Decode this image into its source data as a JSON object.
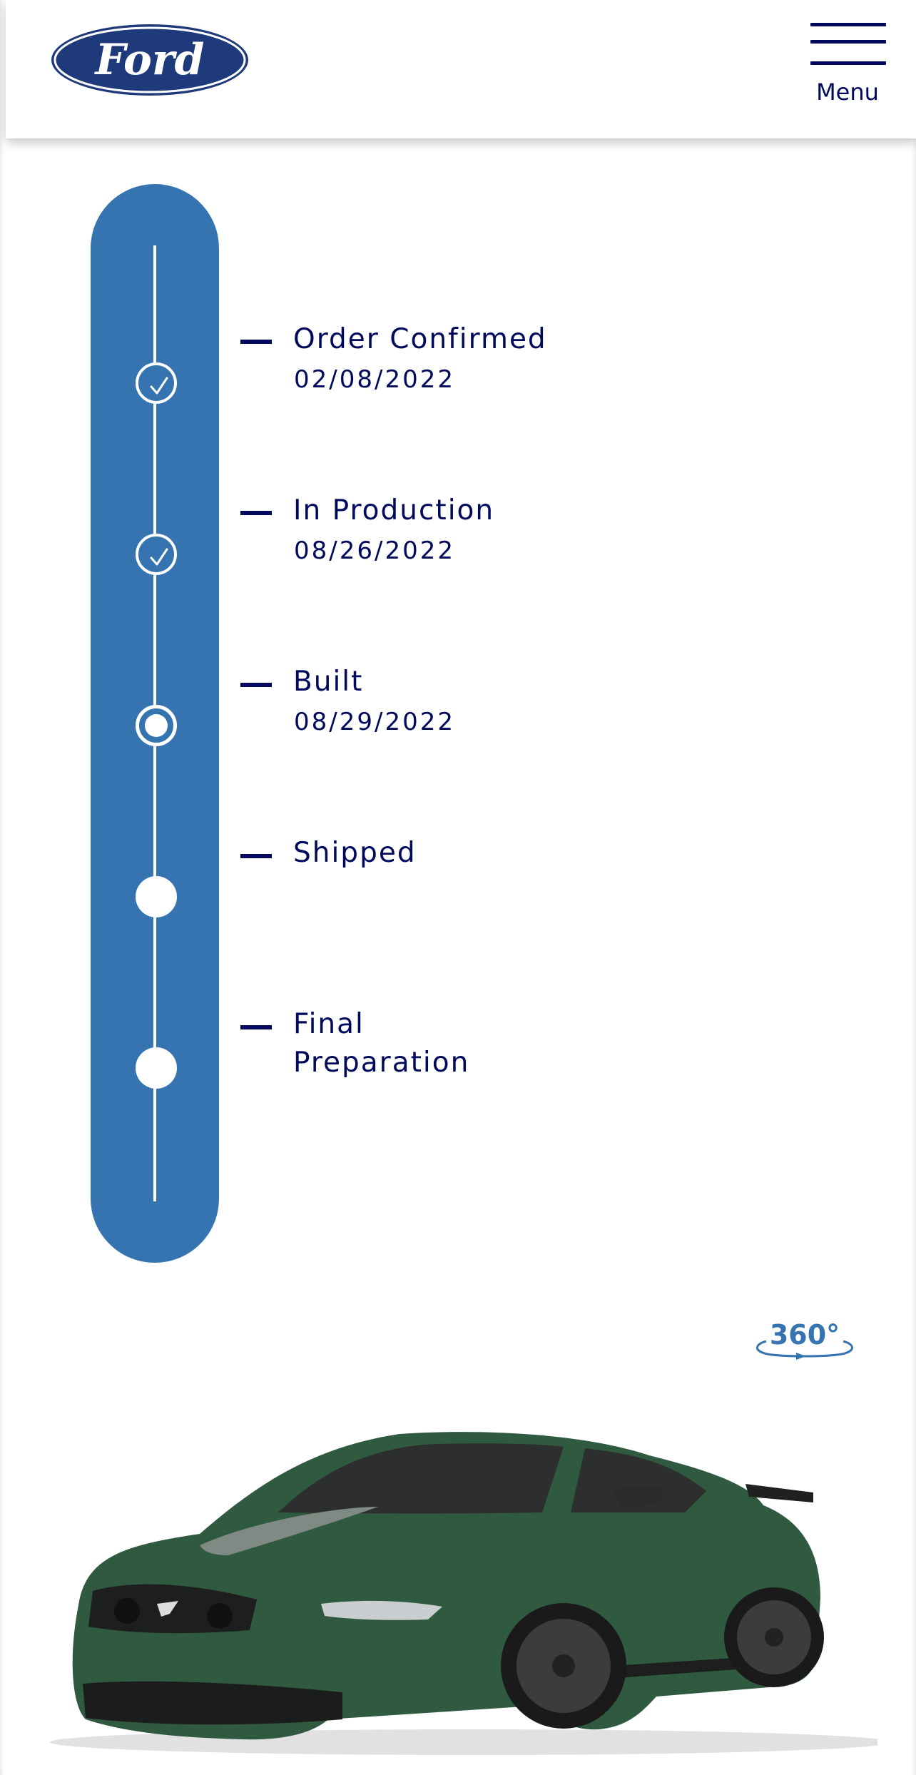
{
  "header": {
    "logo_text": "Ford",
    "menu_label": "Menu"
  },
  "tracker": {
    "colors": {
      "track": "#3574b0",
      "text": "#00095b",
      "node": "#ffffff"
    },
    "steps": [
      {
        "label": "Order Confirmed",
        "date": "02/08/2022",
        "status": "complete"
      },
      {
        "label": "In Production",
        "date": "08/26/2022",
        "status": "complete"
      },
      {
        "label": "Built",
        "date": "08/29/2022",
        "status": "current"
      },
      {
        "label": "Shipped",
        "date": "",
        "status": "pending"
      },
      {
        "label_line1": "Final",
        "label_line2": "Preparation",
        "date": "",
        "status": "pending"
      }
    ]
  },
  "vehicle": {
    "view_360_label": "360°",
    "icon": "car-image",
    "paint_color": "#2f5a40"
  }
}
